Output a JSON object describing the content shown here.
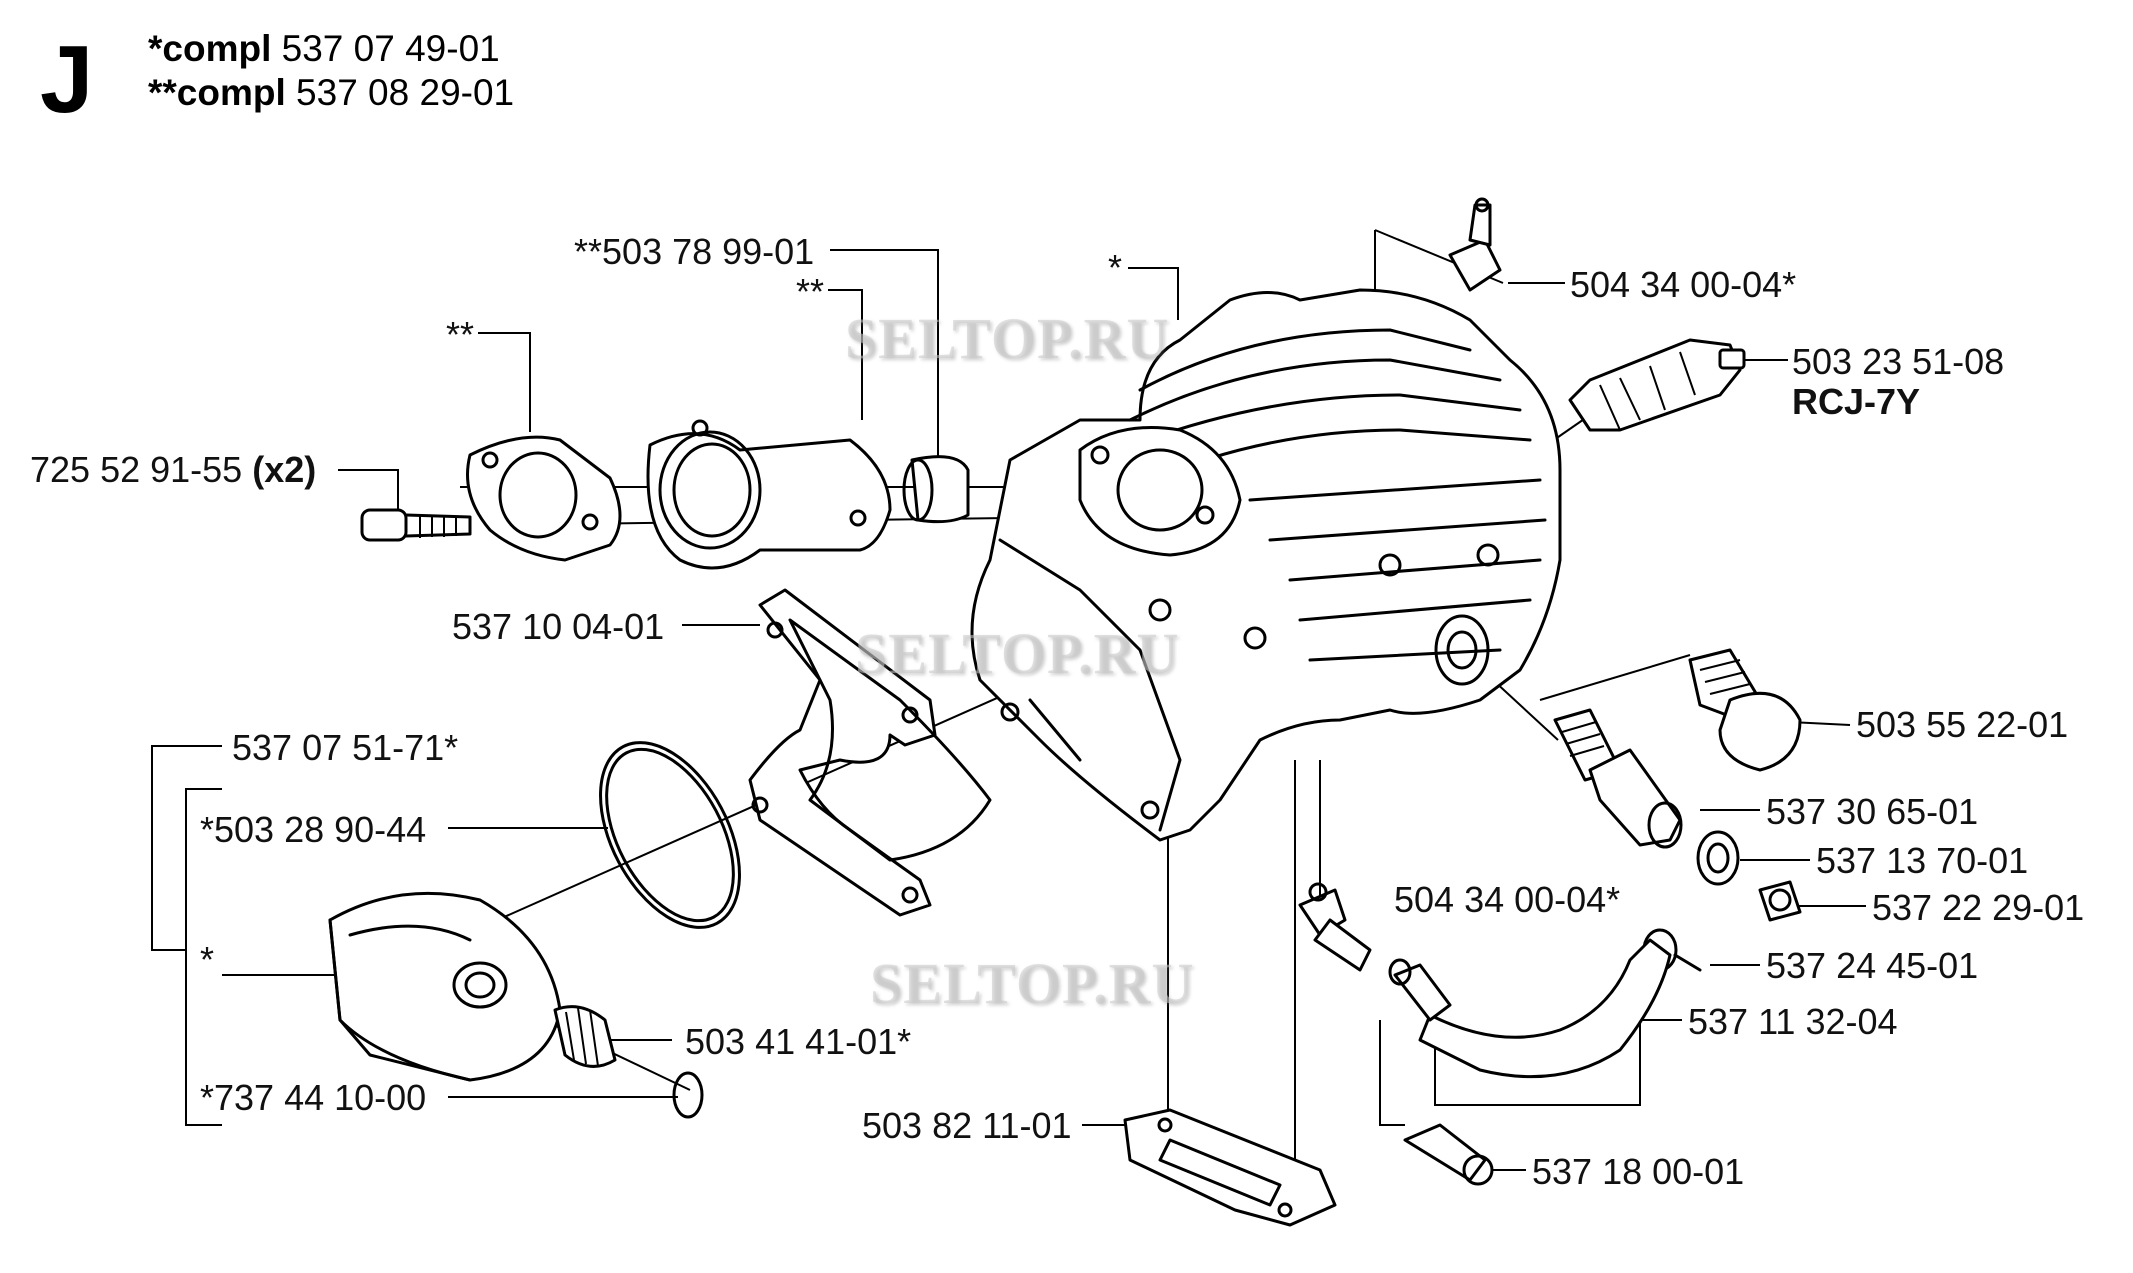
{
  "header": {
    "section_letter": "J",
    "compl1": {
      "prefix": "*compl",
      "number": "537 07 49-01"
    },
    "compl2": {
      "prefix": "**compl",
      "number": "537 08 29-01"
    }
  },
  "watermarks": [
    "SELTOP.RU",
    "SELTOP.RU",
    "SELTOP.RU"
  ],
  "callouts": {
    "p_503789901": "**503 78 99-01",
    "p_dstar_a": "**",
    "p_dstar_b": "**",
    "p_star_cyl": "*",
    "p_725529155": "725 52 91-55",
    "p_725529155_qty": "(x2)",
    "p_537100401": "537 10 04-01",
    "p_537075171": "537 07 51-71*",
    "p_503289044": "*503 28 90-44",
    "p_star_piston": "*",
    "p_503414101": "503 41 41-01*",
    "p_737441000": "*737 44 10-00",
    "p_503821101": "503 82 11-01",
    "p_504340004_top": "504 34 00-04*",
    "p_503235108": "503 23 51-08",
    "p_rcj7y": "RCJ-7Y",
    "p_503552201": "503 55 22-01",
    "p_537306501": "537 30 65-01",
    "p_537137001": "537 13 70-01",
    "p_504340004_mid": "504 34 00-04*",
    "p_537222901": "537 22 29-01",
    "p_537244501": "537 24 45-01",
    "p_537113204": "537 11 32-04",
    "p_537180001": "537 18 00-01"
  }
}
